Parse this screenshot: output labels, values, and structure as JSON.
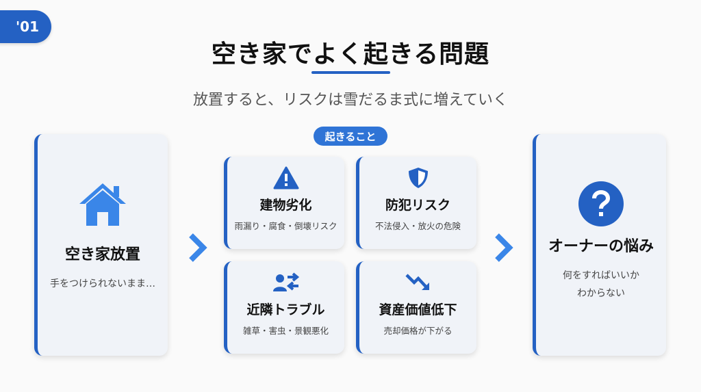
{
  "badge": "'01",
  "title": "空き家でよく起きる問題",
  "subtitle": "放置すると、リスクは雪だるま式に増えていく",
  "pill": "起きること",
  "left": {
    "title": "空き家放置",
    "sub": "手をつけられないまま…",
    "icon": "house-icon"
  },
  "items": [
    {
      "title": "建物劣化",
      "sub": "雨漏り・腐食・倒壊リスク",
      "icon": "warning-icon"
    },
    {
      "title": "防犯リスク",
      "sub": "不法侵入・放火の危険",
      "icon": "shield-icon"
    },
    {
      "title": "近隣トラブル",
      "sub": "雑草・害虫・景観悪化",
      "icon": "people-exchange-icon"
    },
    {
      "title": "資産価値低下",
      "sub": "売却価格が下がる",
      "icon": "trend-down-icon"
    }
  ],
  "right": {
    "title": "オーナーの悩み",
    "sub1": "何をすればいいか",
    "sub2": "わからない",
    "icon": "question-icon"
  },
  "colors": {
    "accent": "#2461c3",
    "light": "#3a86e8"
  }
}
